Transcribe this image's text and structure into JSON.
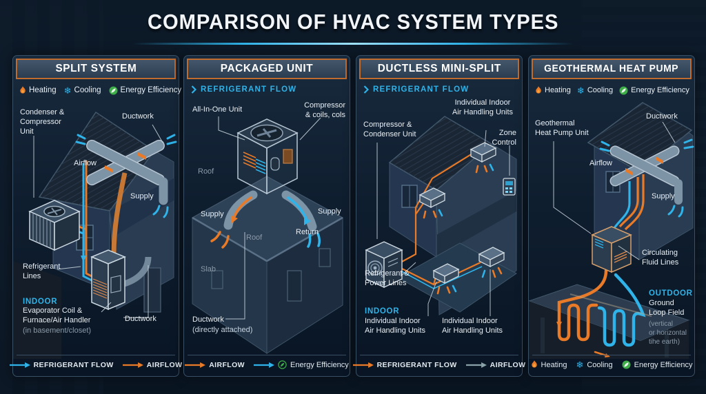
{
  "title": "COMPARISON OF HVAC SYSTEM TYPES",
  "colors": {
    "cyan": "#2fb3e8",
    "orange": "#e87a28",
    "green": "#3fae49",
    "header_border": "#bf6c2e"
  },
  "panels": [
    {
      "title": "SPLIT SYSTEM",
      "badges": [
        {
          "icon": "flame-icon",
          "label": "Heating"
        },
        {
          "icon": "snowflake-icon",
          "label": "Cooling"
        },
        {
          "icon": "leaf-icon",
          "label": "Energy Efficiency"
        }
      ],
      "labels": {
        "condenser": "Condenser &\nCompressor\nUnit",
        "ductwork_top": "Ductwork",
        "airflow": "Airflow",
        "supply": "Supply",
        "refrigerant_lines": "Refrigerant\nLines",
        "indoor": "INDOOR",
        "evaporator": "Evaporator Coil &\nFurnace/Air Handler",
        "evaporator_note": "(in basement/closet)",
        "ductwork_bottom": "Ductwork"
      },
      "legend": [
        {
          "icon": "arrow-cyan",
          "label": "REFRIGERANT FLOW"
        },
        {
          "icon": "arrow-orange",
          "label": "AIRFLOW"
        }
      ]
    },
    {
      "title": "PACKAGED UNIT",
      "flow_tag": "REFRIGERANT FLOW",
      "labels": {
        "all_in_one": "All-In-One Unit",
        "compressor": "Compressor\n& coils, cols",
        "roof_left": "Roof",
        "supply_left": "Supply",
        "supply_right": "Supply",
        "return_lbl": "Return",
        "roof_center": "Roof",
        "slab": "Slab",
        "ductwork": "Ductwork",
        "ductwork_note": "(directly attached)"
      },
      "legend": [
        {
          "icon": "arrow-orange",
          "label": "AIRFLOW"
        },
        {
          "icon": "arrow-cyan-leaf",
          "label": "Energy Efficiency"
        }
      ]
    },
    {
      "title": "DUCTLESS MINI-SPLIT",
      "flow_tag": "REFRIGERANT FLOW",
      "labels": {
        "units_top": "Individual Indoor\nAir Handling Units",
        "compressor": "Compressor &\nCondenser Unit",
        "zone_control": "Zone\nControl",
        "refrigerant_power": "Refrigerant &\nPower Lines",
        "indoor": "INDOOR",
        "units_left": "Individual Indoor\nAir Handling Units",
        "units_right": "Individual Indoor\nAir Handling Units"
      },
      "legend": [
        {
          "icon": "arrow-orange",
          "label": "REFRIGERANT FLOW"
        },
        {
          "icon": "arrow-gray",
          "label": "AIRFLOW"
        }
      ]
    },
    {
      "title": "GEOTHERMAL HEAT PUMP",
      "badges": [
        {
          "icon": "flame-icon",
          "label": "Heating"
        },
        {
          "icon": "snowflake-icon",
          "label": "Cooling"
        },
        {
          "icon": "leaf-icon",
          "label": "Energy Efficiency"
        }
      ],
      "labels": {
        "heat_pump": "Geothermal\nHeat Pump Unit",
        "ductwork": "Ductwork",
        "airflow": "Airflow",
        "supply": "Supply",
        "fluid_lines": "Circulating\nFluid Lines",
        "outdoor": "OUTDOOR",
        "ground_loop": "Ground\nLoop Field",
        "ground_note": "(vertical\nor horizontal\ntihe earth)"
      },
      "legend": [
        {
          "icon": "flame-icon",
          "label": "Heating"
        },
        {
          "icon": "snowflake-icon",
          "label": "Cooling"
        },
        {
          "icon": "leaf-icon",
          "label": "Energy Efficiency"
        }
      ]
    }
  ]
}
